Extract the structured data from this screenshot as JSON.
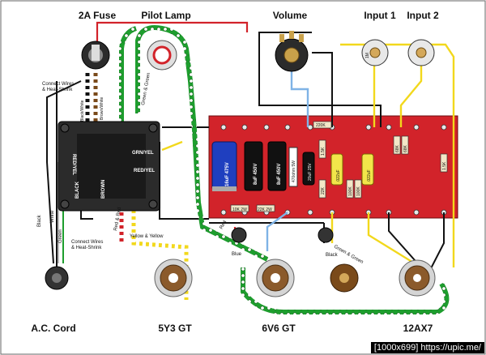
{
  "labels": {
    "fuse": "2A Fuse",
    "pilot_lamp": "Pilot Lamp",
    "volume": "Volume",
    "input1": "Input 1",
    "input2": "Input 2",
    "ac_cord": "A.C. Cord",
    "tube_5y3": "5Y3 GT",
    "tube_6v6": "6V6 GT",
    "tube_12ax7": "12AX7"
  },
  "notes": {
    "connect_top_1": "Connect Wires",
    "connect_top_2": "& Heat-Shrink",
    "connect_bot_1": "Connect Wires",
    "connect_bot_2": "& Heat-Shrink",
    "yellow_yellow": "Yellow & Yellow",
    "red_red": "Red & Red",
    "green_green_top": "Green & Green",
    "green_green_bot": "Green & Green"
  },
  "wires": {
    "black_white": "Black/White",
    "brown_white": "Brown/White",
    "red_yel": "RED/YEL",
    "grn_yel_top": "GRN/YEL",
    "red_yel_2": "RED/YEL",
    "black": "BLACK",
    "brown": "BROWN",
    "ac_black": "Black",
    "ac_white": "White",
    "ac_green": "Green",
    "blue": "Blue",
    "red": "Red",
    "black_small": "Black"
  },
  "components": {
    "cap1": "16uF 475V",
    "cap2": "8uF 450V",
    "cap3": "8uF 450V",
    "cap4": "20uF 25V",
    "res_470ohm": "470ohm 5W",
    "res_220k": "220K",
    "res_1k5": "1.5K",
    "res_22k": "22K",
    "res_10k": "10K 2W",
    "res_22k2w": "22K 2W",
    "cap_022_1": ".022uF",
    "cap_022_2": ".022uF",
    "res_100k": "100K",
    "res_100k2": "100K",
    "res_68k_1": "68K",
    "res_68k_2": "68K",
    "res_1k5_b": "1.5K",
    "pot_1m": "1M"
  },
  "watermark": "[1000x699] https://upic.me/"
}
